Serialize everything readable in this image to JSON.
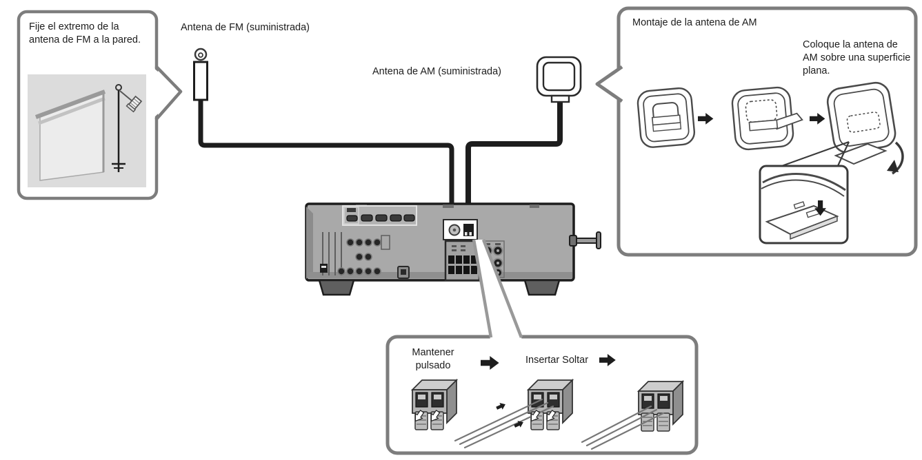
{
  "diagram": {
    "fm": {
      "wall_note": "Fije el extremo de la antena de FM a la pared.",
      "label": "Antena de FM (suministrada)"
    },
    "am": {
      "label": "Antena de AM (suministrada)",
      "mounting_title": "Montaje de la antena de AM",
      "mounting_note": "Coloque la antena de AM sobre una superficie plana."
    },
    "speaker_wires": {
      "hold": "Mantener pulsado",
      "insert": "Insertar",
      "release": "Soltar"
    },
    "colors": {
      "callout_border": "#7d7d7d",
      "cable": "#1d1d1d",
      "receiver_body": "#a9a9a9",
      "inset_background": "#dcdcdc",
      "arrow": "#1d1d1d"
    }
  }
}
